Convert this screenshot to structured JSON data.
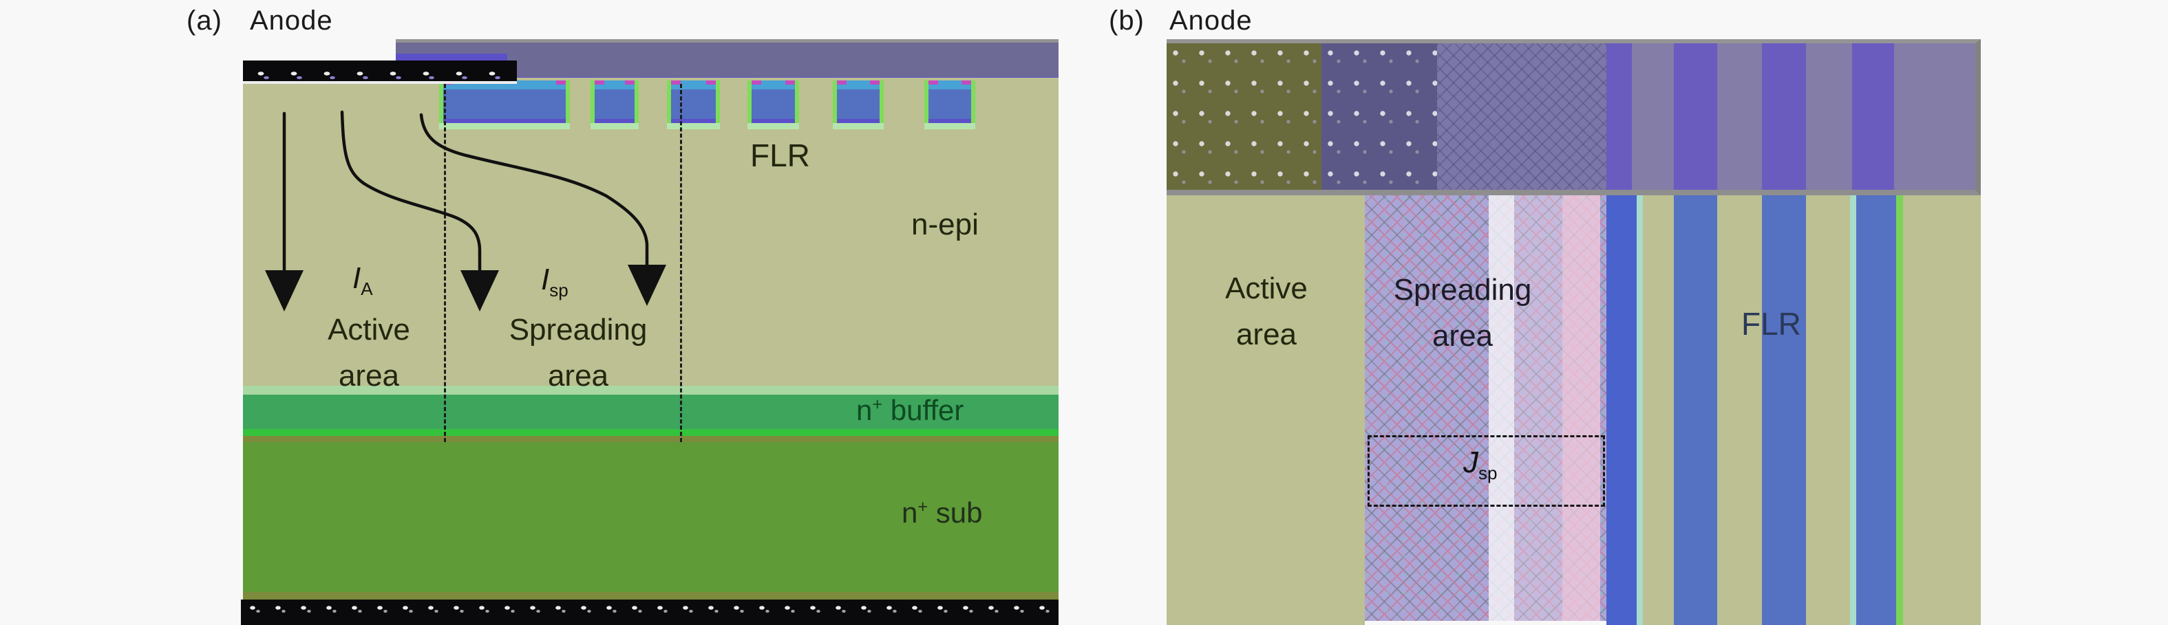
{
  "palette": {
    "bg": "#f8f8f8",
    "ink": "#1b1b1b",
    "labelA": "#23270f",
    "khaki": "#bcc092",
    "slate": "#6e6a96",
    "violet": "#5b50c8",
    "ringblue": "#5470c0",
    "cyanband": "#49a2d6",
    "greenflank": "#7edd5a",
    "palegreen": "#b5e5ae",
    "paleline": "#a9d8a3",
    "buffer": "#3da55c",
    "brightgreen": "#35c23d",
    "oliveline": "#7d8b3c",
    "subgreen": "#5f9b37",
    "metal": "#0a0a0c",
    "darkgreen": "#0f4a22",
    "subink": "#20301a",
    "stripbg": "#837da7",
    "stripestripe": "#6a5bbe",
    "oliveb": "#6a6b3d",
    "darkpurpleb": "#5b5887",
    "midpurpleb": "#7b77a8",
    "lavender": "#aba6d8",
    "blueA": "#4a62cb",
    "blueB": "#5571c2",
    "cyanedge": "#a8dccb",
    "greenedge": "#7cd457",
    "navy": "#2a3958",
    "graybord": "#929292"
  },
  "panel_a": {
    "index_label": "(a)",
    "title": "Anode",
    "flr_label": "FLR",
    "nepi_label": "n-epi",
    "current_a": {
      "symbol": "I",
      "subscript": "A"
    },
    "current_sp": {
      "symbol": "I",
      "subscript": "sp"
    },
    "active_line1": "Active",
    "active_line2": "area",
    "spreading_line1": "Spreading",
    "spreading_line2": "area",
    "buffer_label": {
      "base": "n",
      "sup": "+",
      "text": " buffer"
    },
    "sub_label": {
      "base": "n",
      "sup": "+",
      "text": " sub"
    }
  },
  "panel_b": {
    "index_label": "(b)",
    "title": "Anode",
    "active_line1": "Active",
    "active_line2": "area",
    "spreading_line1": "Spreading",
    "spreading_line2": "area",
    "flr_label": "FLR",
    "current_density": {
      "symbol": "J",
      "subscript": "sp"
    }
  }
}
